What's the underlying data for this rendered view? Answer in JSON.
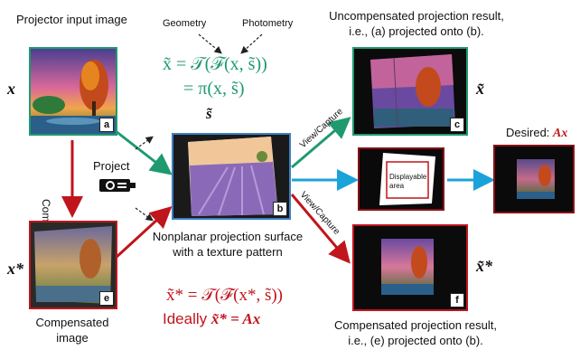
{
  "labels": {
    "input_title": "Projector input image",
    "geometry": "Geometry",
    "photometry": "Photometry",
    "uncomp_line1": "Uncompensated projection result,",
    "uncomp_line2": "i.e., (a) projected onto (b).",
    "desired": "Desired:",
    "project": "Project",
    "compensate": "Compensate",
    "view_capture_top": "View/Capture",
    "view_capture_bottom": "View/Capture",
    "surface_line1": "Nonplanar projection surface",
    "surface_line2": "with a texture pattern",
    "comp_img_line1": "Compensated",
    "comp_img_line2": "image",
    "comp_result_line1": "Compensated projection result,",
    "comp_result_line2": "i.e., (e) projected onto (b).",
    "displayable_line1": "Displayable",
    "displayable_line2": "area"
  },
  "math": {
    "x": "x",
    "x_star": "x*",
    "x_tilde": "x̃",
    "x_tilde_star": "x̃*",
    "s_tilde": "s̃",
    "desired_expr": "Ax",
    "green_eq_line1": "x̃ = 𝒯(ℱ(x, s̃))",
    "green_eq_line2": "= π(x, s̃)",
    "red_eq_line1": "x̃* = 𝒯(ℱ(x*, s̃))",
    "red_eq_line2_prefix": "Ideally ",
    "red_eq_line2_expr": "x̃* = Ax"
  },
  "panel_letters": {
    "a": "a",
    "b": "b",
    "c": "c",
    "e": "e",
    "f": "f"
  },
  "colors": {
    "green": "#1f9a6e",
    "red": "#c0151c",
    "blue": "#1aa3d9",
    "dark_red": "#8a1016",
    "panel_blue": "#3d7fc4"
  }
}
